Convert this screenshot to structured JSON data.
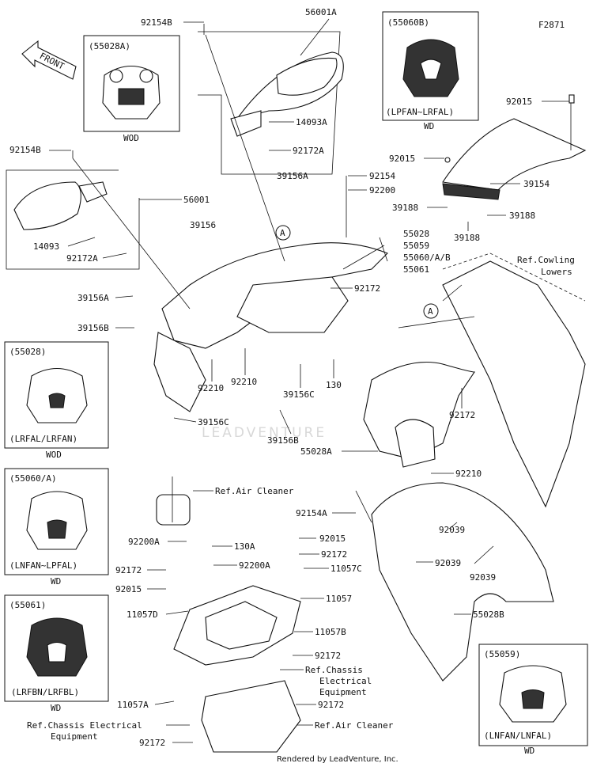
{
  "diagram_code": "F2871",
  "front_label": "FRONT",
  "footer": "Rendered by LeadVenture, Inc.",
  "watermark": "LEADVENTURE",
  "insets": [
    {
      "id": "55028A",
      "title": "(55028A)",
      "variant": "",
      "market": "WOD"
    },
    {
      "id": "55060B",
      "title": "(55060B)",
      "variant": "(LPFAN~LRFAL)",
      "market": "WD"
    },
    {
      "id": "55028",
      "title": "(55028)",
      "variant": "(LRFAL/LRFAN)",
      "market": "WOD"
    },
    {
      "id": "55060A",
      "title": "(55060/A)",
      "variant": "(LNFAN~LPFAL)",
      "market": "WD"
    },
    {
      "id": "55061",
      "title": "(55061)",
      "variant": "(LRFBN/LRFBL)",
      "market": "WD"
    },
    {
      "id": "55059",
      "title": "(55059)",
      "variant": "(LNFAN/LNFAL)",
      "market": "WD"
    }
  ],
  "labels": {
    "l92154B_a": "92154B",
    "l56001A": "56001A",
    "l14093A": "14093A",
    "l92172A_a": "92172A",
    "l92154B_b": "92154B",
    "l56001": "56001",
    "l14093": "14093",
    "l92172A_b": "92172A",
    "l39156A_top": "39156A",
    "l92154": "92154",
    "l92200": "92200",
    "l39156": "39156",
    "l55028": "55028",
    "l55059": "55059",
    "l55060AB": "55060/A/B",
    "l55061": "55061",
    "l92015_top": "92015",
    "l92015_mid": "92015",
    "l39154": "39154",
    "l39188_a": "39188",
    "l39188_b": "39188",
    "l39188_c": "39188",
    "lRefCowling": "Ref.Cowling",
    "lLowers": "Lowers",
    "lA1": "A",
    "lA2": "A",
    "l39156A": "39156A",
    "l39156B": "39156B",
    "l92172_mid": "92172",
    "l92210_a": "92210",
    "l92210_b": "92210",
    "l39156C_a": "39156C",
    "l130": "130",
    "l92172_r": "92172",
    "l39156C_b": "39156C",
    "l39156B_b": "39156B",
    "l55028A": "55028A",
    "lRefAir1": "Ref.Air Cleaner",
    "l92210_c": "92210",
    "l92154A": "92154A",
    "l92200A_a": "92200A",
    "l130A": "130A",
    "l92200A_b": "92200A",
    "l92015_c": "92015",
    "l92172_c": "92172",
    "l11057C": "11057C",
    "l92039_a": "92039",
    "l92039_b": "92039",
    "l92039_c": "92039",
    "l92172_d": "92172",
    "l92015_d": "92015",
    "l11057D": "11057D",
    "l11057": "11057",
    "l55028B": "55028B",
    "l11057B": "11057B",
    "l92172_e": "92172",
    "lRefChassis1a": "Ref.Chassis",
    "lRefChassis1b": "Electrical",
    "lRefChassis1c": "Equipment",
    "l11057A": "11057A",
    "l92172_f": "92172",
    "lRefChassis2a": "Ref.Chassis Electrical",
    "lRefChassis2b": "Equipment",
    "lRefAir2": "Ref.Air Cleaner",
    "l92172_g": "92172"
  }
}
